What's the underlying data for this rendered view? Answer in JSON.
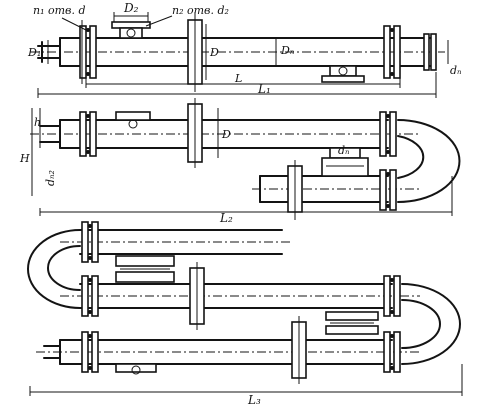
{
  "labels": {
    "n1_holes": "n₁ отв. d",
    "n2_holes": "n₂ отв. d₂",
    "D2": "D₂",
    "D1": "D₁",
    "D": "D",
    "Dh": "Dₙ",
    "dh": "dₙ",
    "dh_mid": "dₙ",
    "L1": "L₁",
    "L2": "L₂",
    "L3": "L₃",
    "D_mid": "D",
    "h": "h",
    "H": "H",
    "dh2": "dₙ₂"
  }
}
